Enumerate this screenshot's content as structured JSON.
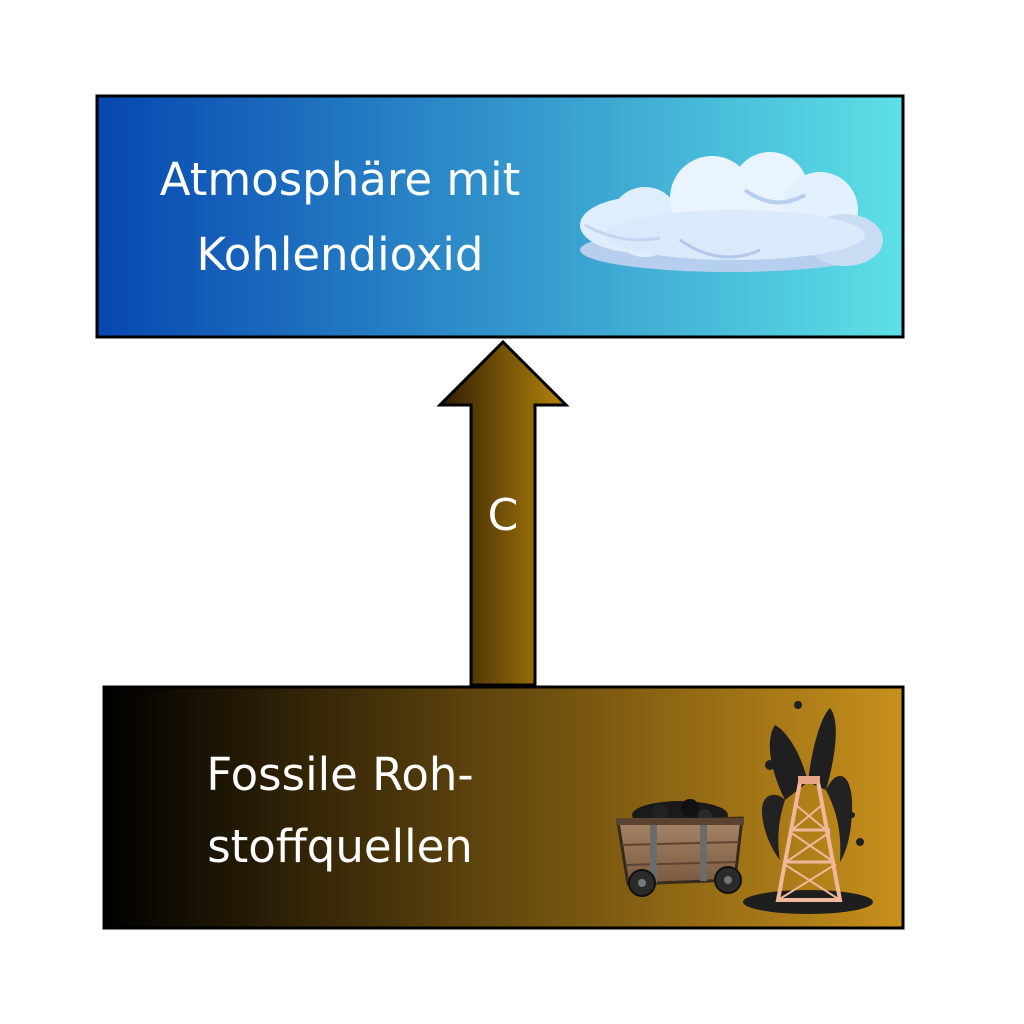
{
  "diagram": {
    "top_box": {
      "label_line1": "Atmosphäre mit",
      "label_line2": "Kohlendioxid",
      "gradient_start": "#0747b0",
      "gradient_end": "#5de0e6"
    },
    "arrow": {
      "label": "C",
      "direction": "up",
      "color_dark": "#3a2605",
      "color_light": "#b8860b"
    },
    "bottom_box": {
      "label_line1": "Fossile Roh-",
      "label_line2": "stoffquellen",
      "gradient_start": "#000000",
      "gradient_end": "#c8901c"
    },
    "icons": [
      "cloud-icon",
      "coal-cart-icon",
      "oil-derrick-icon"
    ]
  }
}
